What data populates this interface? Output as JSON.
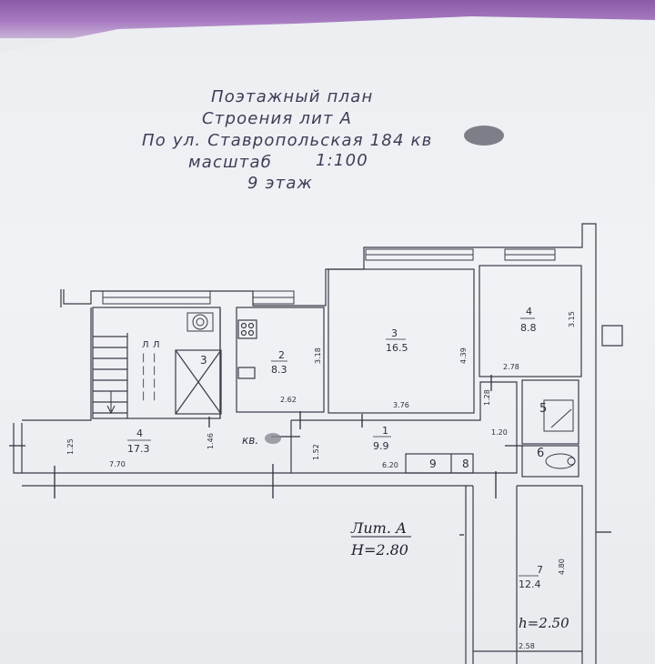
{
  "header": {
    "line1": "Поэтажный план",
    "line2": "Строения лит  А",
    "line3": "По ул. Ставропольская 184 кв",
    "line4_label": "масштаб",
    "line4_scale": "1:100",
    "line5": "9 этаж"
  },
  "rooms": [
    {
      "num": "1",
      "area": "9.9"
    },
    {
      "num": "2",
      "area": "8.3"
    },
    {
      "num": "3",
      "area": "16.5"
    },
    {
      "num": "4",
      "area": "8.8"
    },
    {
      "num": "4",
      "area": "17.3"
    },
    {
      "num": "5"
    },
    {
      "num": "6"
    },
    {
      "num": "7",
      "area": "12.4"
    },
    {
      "num": "8"
    },
    {
      "num": "9"
    },
    {
      "num": "3"
    }
  ],
  "dims": {
    "r2_w": "2.62",
    "r2_h": "3.18",
    "r3_w": "3.76",
    "r3_h": "4.39",
    "r4_w": "2.78",
    "r4_h": "3.15",
    "r1_w": "6.20",
    "r1_h": "1.52",
    "r1_h2": "1.28",
    "r1_w2": "1.20",
    "corr_w": "7.70",
    "corr_h": "1.25",
    "corr_h2": "1.46",
    "r7_w": "2.58",
    "r7_h": "4.80"
  },
  "apartment_label": "кв.",
  "building": {
    "lit": "Лит. А",
    "height": "H=2.80"
  },
  "room7_height": "h=2.50"
}
